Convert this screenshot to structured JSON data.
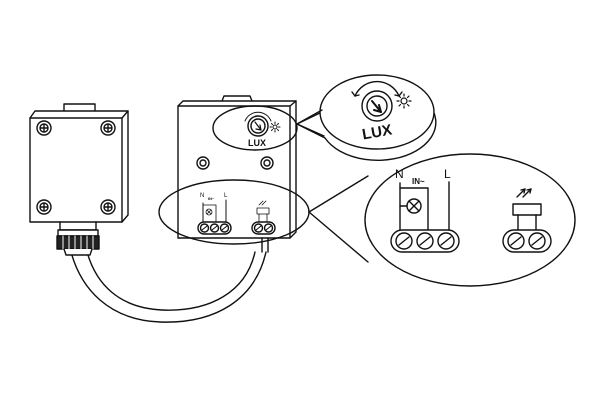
{
  "diagram": {
    "dial_label": "LUX",
    "terminal_labels": {
      "neutral": "N",
      "lamp_input": "IN~",
      "line": "L"
    },
    "icons": [
      "moon-icon",
      "sun-icon",
      "lamp-icon",
      "photocell-icon",
      "dial-arrow-icon"
    ],
    "line_color": "#111111",
    "fill_color": "#ffffff"
  }
}
